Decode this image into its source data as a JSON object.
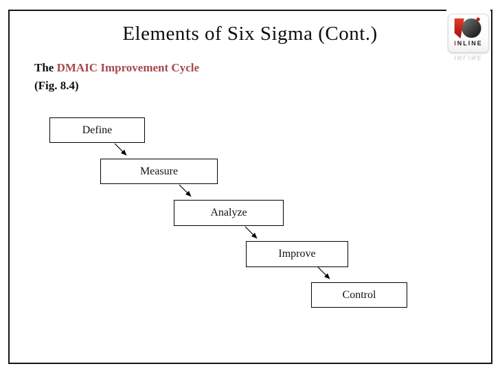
{
  "slide": {
    "title": "Elements of Six Sigma (Cont.)",
    "subtitle_prefix": "The ",
    "subtitle_highlight": "DMAIC Improvement Cycle",
    "figure_reference": "(Fig. 8.4)"
  },
  "logo": {
    "initial": "I",
    "rest": "NLINE",
    "reflection_initial": "I",
    "reflection_rest": "NLINE"
  },
  "diagram": {
    "type": "flow",
    "direction": "cascading-down-right",
    "steps": [
      "Define",
      "Measure",
      "Analyze",
      "Improve",
      "Control"
    ],
    "connections": [
      {
        "from": "Define",
        "to": "Measure"
      },
      {
        "from": "Measure",
        "to": "Analyze"
      },
      {
        "from": "Analyze",
        "to": "Improve"
      },
      {
        "from": "Improve",
        "to": "Control"
      }
    ]
  },
  "colors": {
    "subtitle_highlight": "#a4494c",
    "logo_red": "#c41818",
    "logo_dark_gray": "#2e2e2e",
    "border": "#141414"
  }
}
